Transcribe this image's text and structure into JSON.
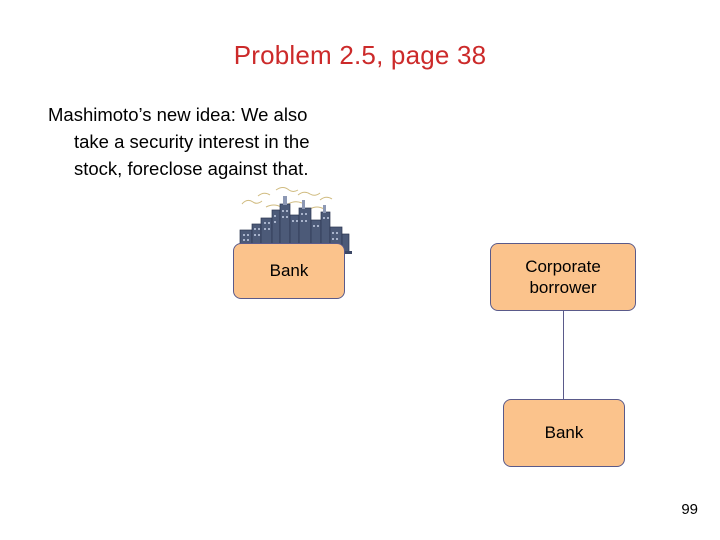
{
  "slide": {
    "title": "Problem 2.5, page 38",
    "body": {
      "line1": "Mashimoto’s new idea: We also",
      "line2": "take a security interest in the",
      "line3": "stock, foreclose against that."
    },
    "page_number": "99",
    "colors": {
      "title": "#cc2a2a",
      "node_fill": "#fbc38c",
      "node_border": "#5a5a8a",
      "text": "#000000",
      "background": "#ffffff"
    },
    "diagram": {
      "nodes": [
        {
          "id": "bank-left",
          "label": "Bank"
        },
        {
          "id": "corporate-borrower",
          "label": "Corporate\nborrower",
          "label_line1": "Corporate",
          "label_line2": "borrower"
        },
        {
          "id": "bank-bottom",
          "label": "Bank"
        }
      ],
      "connectors": [
        {
          "from": "corporate-borrower",
          "to": "bank-bottom",
          "style": "line"
        }
      ],
      "clipart": "city-skyline-illustration"
    }
  }
}
